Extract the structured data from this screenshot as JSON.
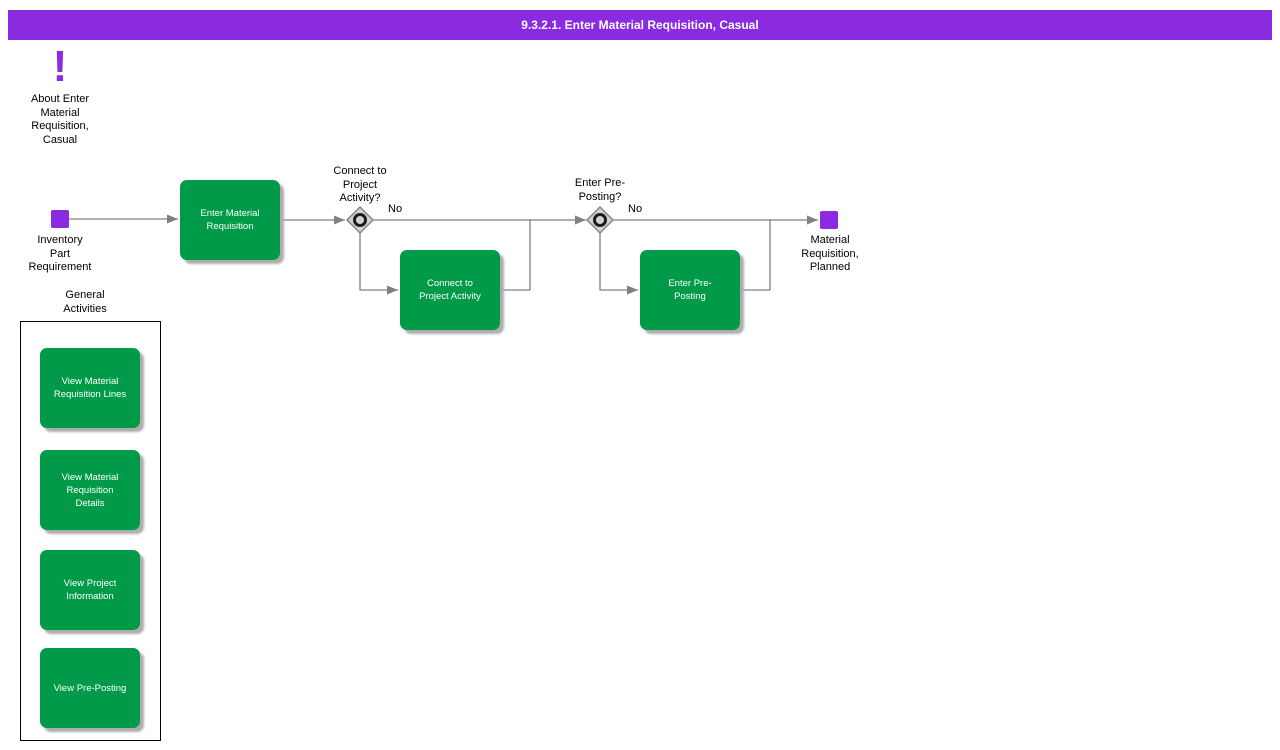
{
  "header": {
    "title": "9.3.2.1. Enter Material Requisition, Casual"
  },
  "colors": {
    "purple": "#8A2BE2",
    "green": "#009A49",
    "line": "#808080"
  },
  "about": {
    "icon": "!",
    "label": "About Enter\nMaterial\nRequisition,\nCasual"
  },
  "flow": {
    "start_label": "Inventory\nPart\nRequirement",
    "end_label": "Material\nRequisition,\nPlanned",
    "steps": {
      "enter_material_requisition": "Enter Material\nRequisition",
      "connect_to_project_activity": "Connect to\nProject Activity",
      "enter_pre_posting": "Enter Pre-\nPosting"
    },
    "decisions": [
      {
        "question": "Connect to\nProject\nActivity?",
        "branch_label": "No"
      },
      {
        "question": "Enter Pre-\nPosting?",
        "branch_label": "No"
      }
    ]
  },
  "general_activities": {
    "header": "General\nActivities",
    "items": [
      {
        "label": "View Material\nRequisition Lines"
      },
      {
        "label": "View Material\nRequisition\nDetails"
      },
      {
        "label": "View Project\nInformation"
      },
      {
        "label": "View Pre-Posting"
      }
    ]
  }
}
